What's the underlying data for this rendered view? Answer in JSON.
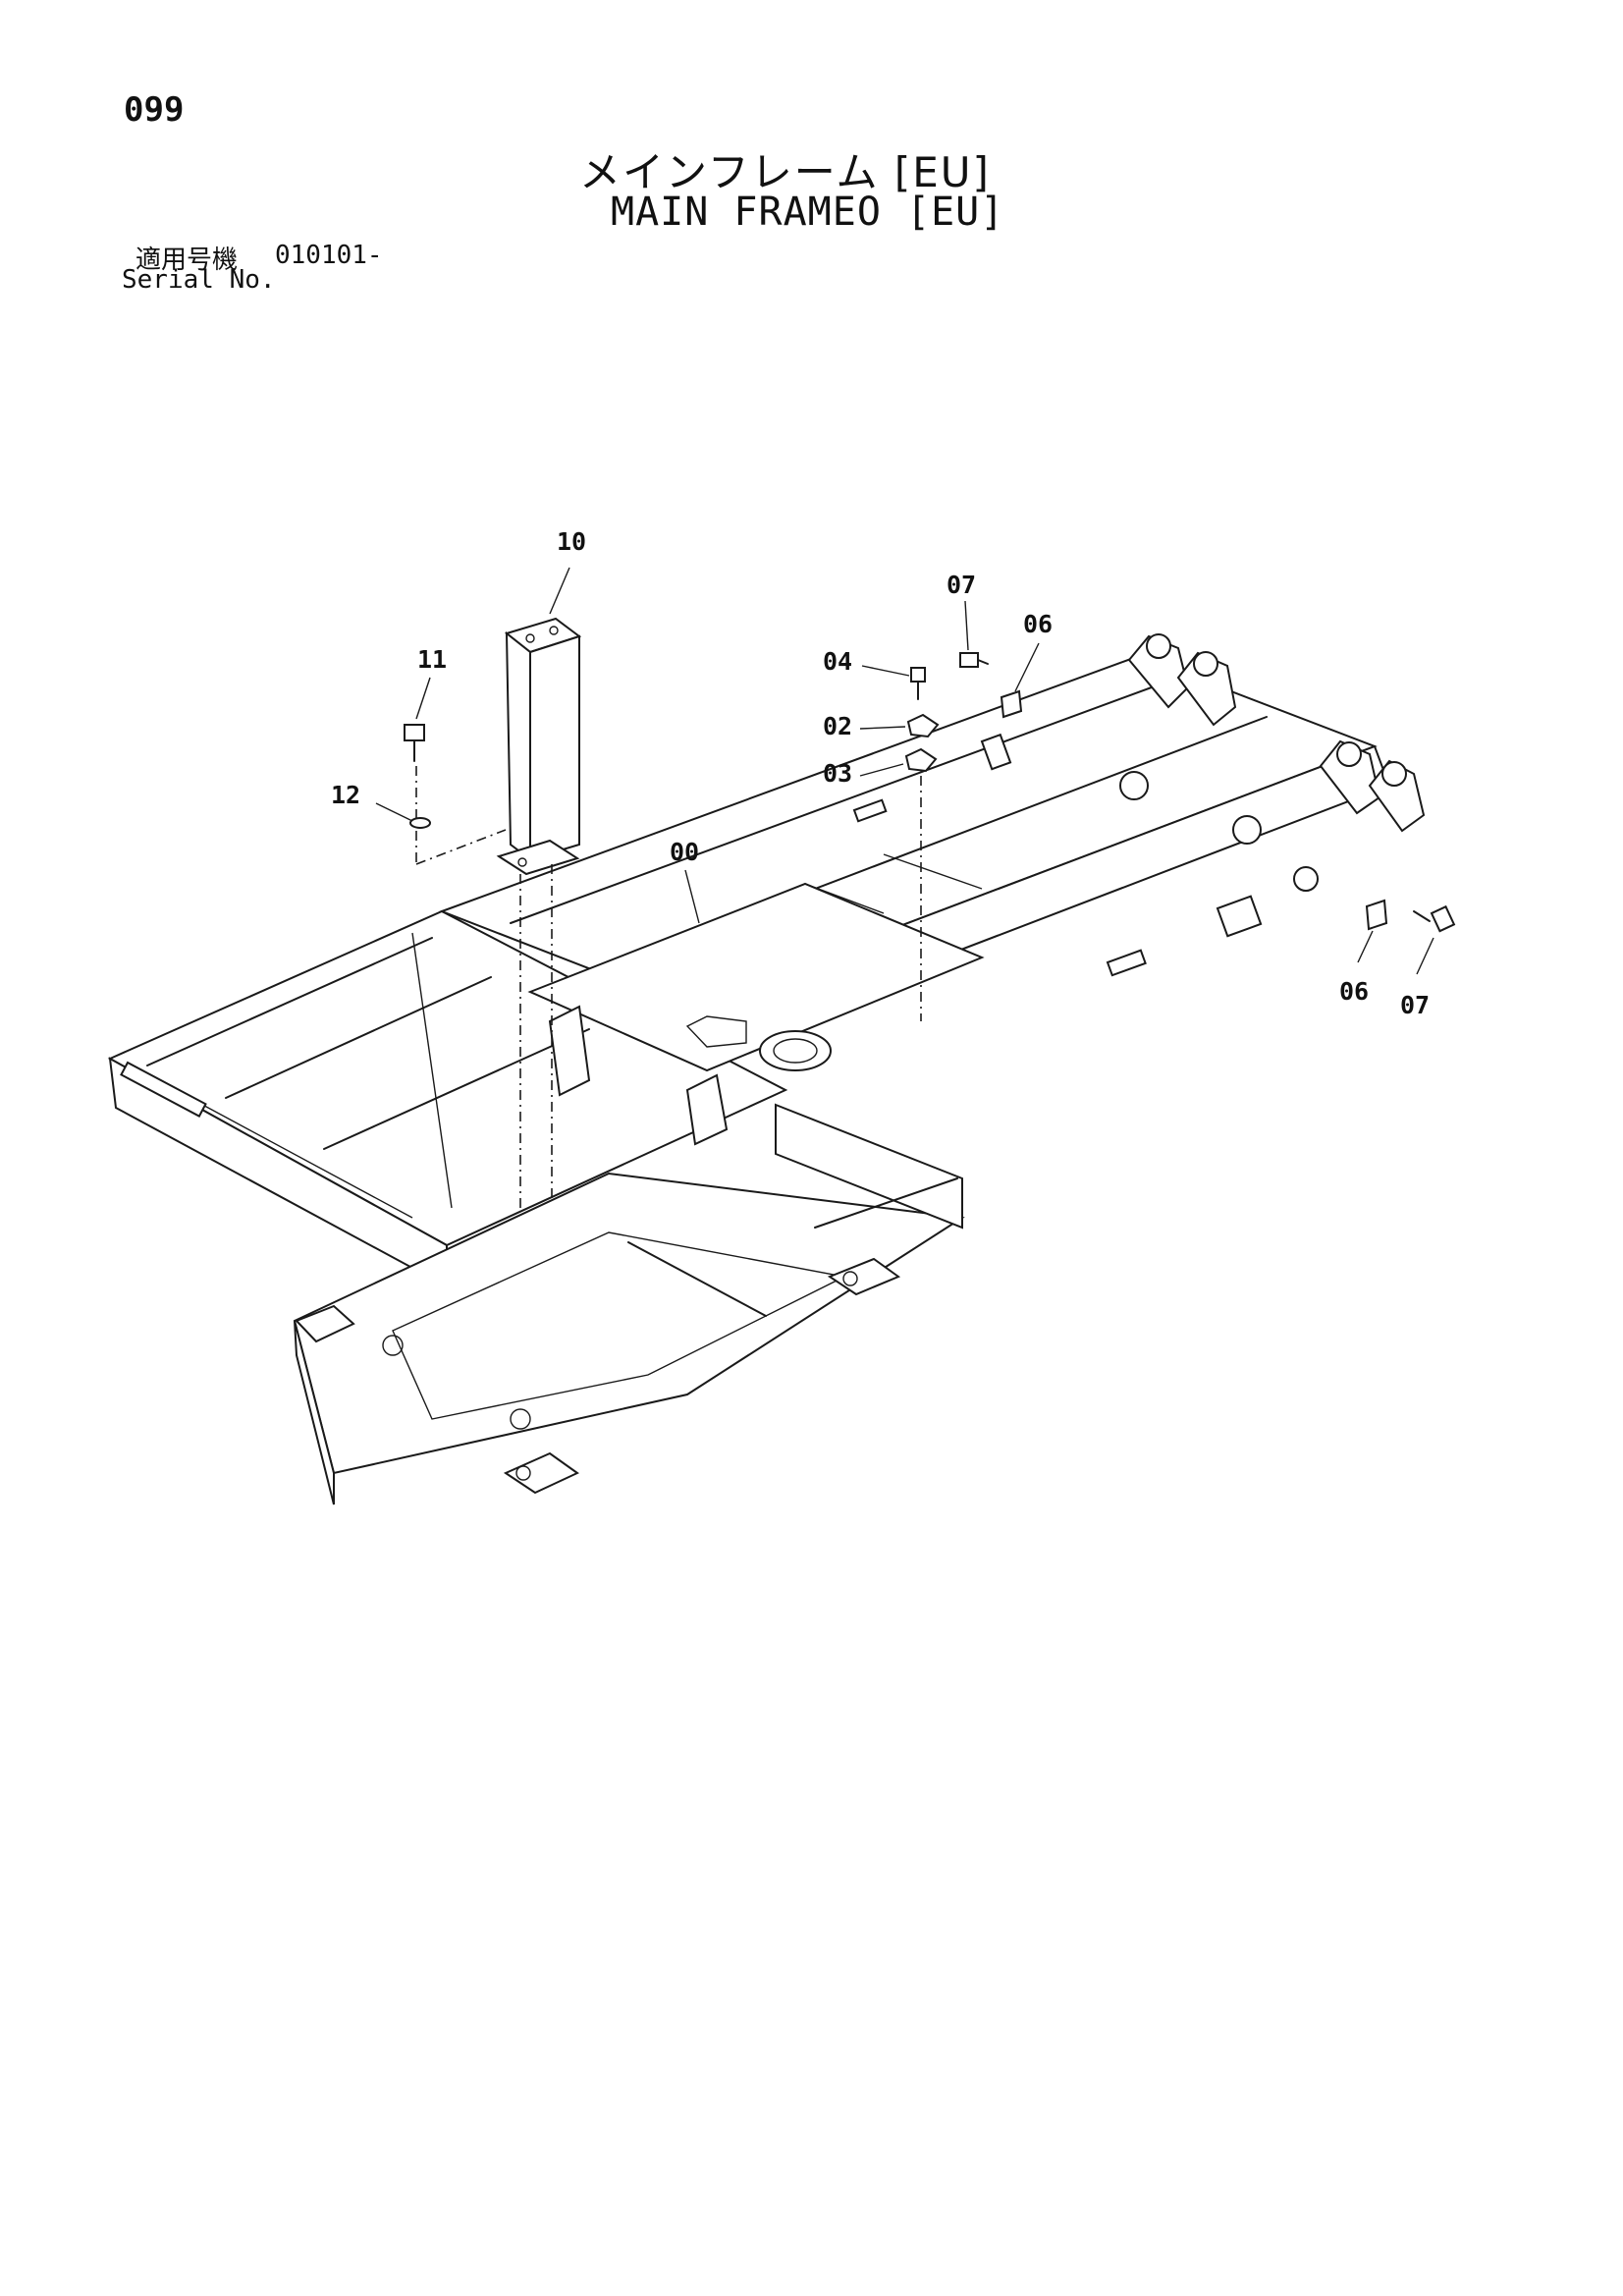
{
  "page_number": "099",
  "title_jp": "メインフレーム [EU]",
  "title_en": "MAIN FRAMEO [EU]",
  "serial": {
    "label_jp": "適用号機",
    "value": "010101-",
    "label_en": "Serial No."
  },
  "callouts": {
    "c00": "00",
    "c02": "02",
    "c03": "03",
    "c04": "04",
    "c06a": "06",
    "c06b": "06",
    "c07a": "07",
    "c07b": "07",
    "c10": "10",
    "c11": "11",
    "c12": "12"
  }
}
